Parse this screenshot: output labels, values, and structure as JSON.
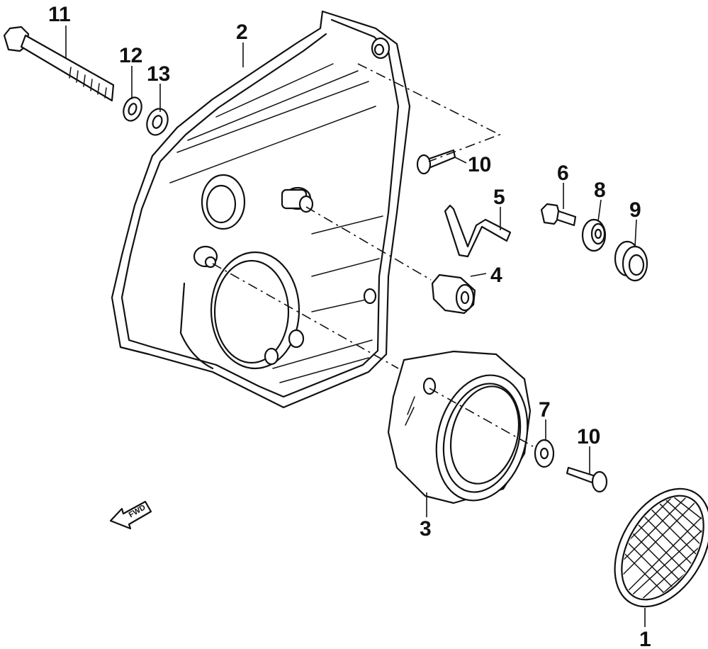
{
  "callouts": {
    "c1": "1",
    "c2": "2",
    "c3": "3",
    "c4": "4",
    "c5": "5",
    "c6": "6",
    "c7": "7",
    "c8": "8",
    "c9": "9",
    "c10a": "10",
    "c10b": "10",
    "c11": "11",
    "c12": "12",
    "c13": "13"
  },
  "direction_badge": "FWD"
}
